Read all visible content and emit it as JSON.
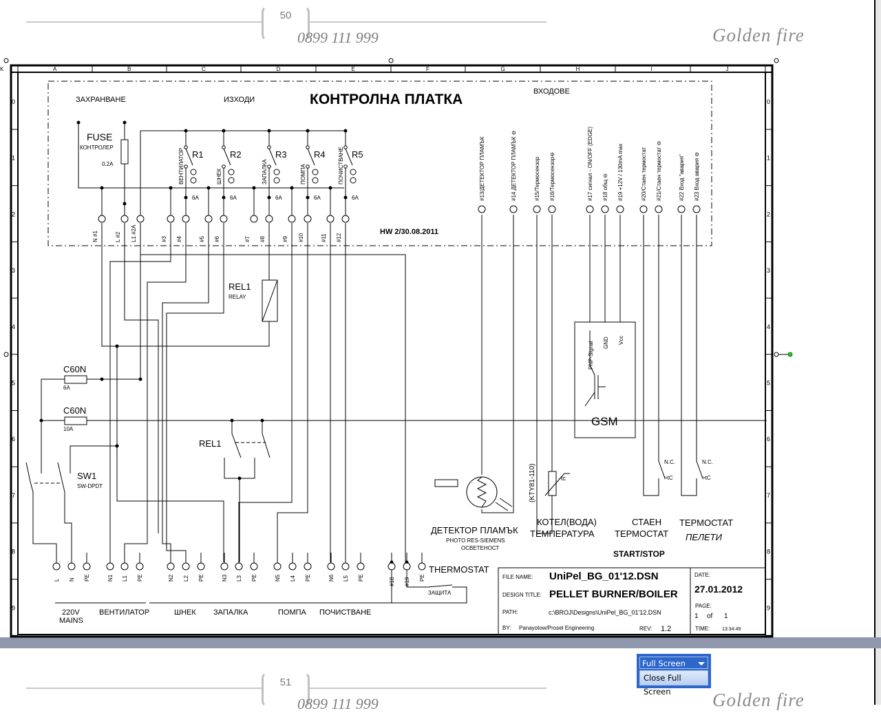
{
  "document": {
    "page_top": {
      "page_number": "50",
      "phone": "0899 111 999",
      "brand": "Golden fire"
    },
    "page_bottom": {
      "page_number": "51",
      "phone": "0899 111 999",
      "brand": "Golden fire"
    }
  },
  "schematic": {
    "columns": [
      "A",
      "B",
      "C",
      "D",
      "E",
      "F",
      "G",
      "H",
      "I",
      "J",
      "K"
    ],
    "rows": [
      "0",
      "1",
      "2",
      "3",
      "4",
      "5",
      "6",
      "7",
      "8",
      "9"
    ],
    "title": "КОНТРОЛНА ПЛАТКА",
    "sections": {
      "power": "ЗАХРАНВАНЕ",
      "outputs": "ИЗХОДИ",
      "inputs": "ВХОДОВЕ"
    },
    "hw_version": "HW 2/30.08.2011",
    "fuse": {
      "label": "FUSE",
      "sub": "КОНТРОЛЕР",
      "rating": "0.2A"
    },
    "relays": [
      {
        "name": "R1",
        "load": "ВЕНТИЛАТОР",
        "rating": "6A"
      },
      {
        "name": "R2",
        "load": "ШНЕК",
        "rating": "6A"
      },
      {
        "name": "R3",
        "load": "ЗАПАЛКА",
        "rating": "6A"
      },
      {
        "name": "R4",
        "load": "ПОМПА",
        "rating": "6A"
      },
      {
        "name": "R5",
        "load": "ПОЧИСТВАНЕ",
        "rating": "6A"
      }
    ],
    "board_terminals": [
      "N #1",
      "L #2",
      "L1 #2A",
      "#3",
      "#4",
      "#5",
      "#6",
      "#7",
      "#8",
      "#9",
      "#10",
      "#11",
      "#12"
    ],
    "input_terminals": [
      "#13/ДЕТЕКТОР ПЛАМЪК",
      "#14 ДЕТЕКТОР ПЛАМЪК ⊖",
      "#15/Термосензор",
      "#16/Термосензор⊖",
      "#17  сигнал - ON/OFF (EDGE)",
      "#18  общ ⊖",
      "#19 +12V / 130mA max",
      "#20/Стаен термостат",
      "#21/Стаен термостат ⊖",
      "#22 Вход \"авария\"",
      "#23  Вход авария ⊖"
    ],
    "rel1_relay": {
      "label": "REL1",
      "sub": "RELAY"
    },
    "rel1_contacts": "REL1",
    "breaker_6a": {
      "label": "C60N",
      "rating": "6A"
    },
    "breaker_10a": {
      "label": "C60N",
      "rating": "10A"
    },
    "switch": {
      "label": "SW1",
      "sub": "SW-DPDT"
    },
    "gsm": {
      "label": "GSM",
      "pins": [
        "PNP-Signal",
        "GND",
        "Vcc"
      ]
    },
    "flame_detector": {
      "title": "ДЕТЕКТОР ПЛАМЪК",
      "sub1": "PHOTO RES-SIEMENS",
      "sub2": "ОСВЕТЕНОСТ"
    },
    "boiler_temp": {
      "line1": "КОТЕЛ(ВОДА)",
      "line2": "ТЕМПЕРАТУРА",
      "sensor": "(KTY81-110)",
      "symbol": "-tc"
    },
    "room_thermostat": {
      "line1": "СТАЕН",
      "line2": "ТЕРМОСТАТ",
      "nc": "N.C.",
      "tc": ">tC"
    },
    "pellet_thermostat": {
      "line1": "ТЕРМОСТАТ",
      "line2": "ПЕЛЕТИ",
      "nc": "N.C.",
      "tc": ">tC"
    },
    "start_stop": "START/STOP",
    "bottom_terminals": [
      "L",
      "N",
      "PE",
      "N1",
      "L1",
      "PE",
      "N2",
      "L2",
      "PE",
      "N3",
      "L3",
      "PE",
      "N5",
      "L4",
      "PE",
      "N6",
      "L5",
      "PE",
      "#18",
      "#19",
      "PE"
    ],
    "thermostat": {
      "label": "THERMOSTAT",
      "protection": "ЗАЩИТА"
    },
    "groups": [
      {
        "line1": "220V",
        "line2": "MAINS"
      },
      {
        "line1": "ВЕНТИЛАТОР"
      },
      {
        "line1": "ШНЕК"
      },
      {
        "line1": "ЗАПАЛКА"
      },
      {
        "line1": "ПОМПА"
      },
      {
        "line1": "ПОЧИСТВАНЕ"
      }
    ],
    "title_block": {
      "file_name_label": "FILE NAME:",
      "file_name": "UniPel_BG_01'12.DSN",
      "design_title_label": "DESIGN TITLE:",
      "design_title": "PELLET BURNER/BOILER",
      "path_label": "PATH:",
      "path": "c:\\BROJ\\Designs\\UniPel_BG_01'12.DSN",
      "by_label": "BY:",
      "by": "Panayotow/Prosel Engineering",
      "rev_label": "REV:",
      "rev": "1.2",
      "date_label": "DATE:",
      "date": "27.01.2012",
      "page_label": "PAGE:",
      "page": "1",
      "of_label": "of",
      "page_total": "1",
      "time_label": "TIME:",
      "time": "13:34:49"
    }
  },
  "fullscreen": {
    "select_value": "Full Screen",
    "close_label": "Close Full Screen"
  }
}
